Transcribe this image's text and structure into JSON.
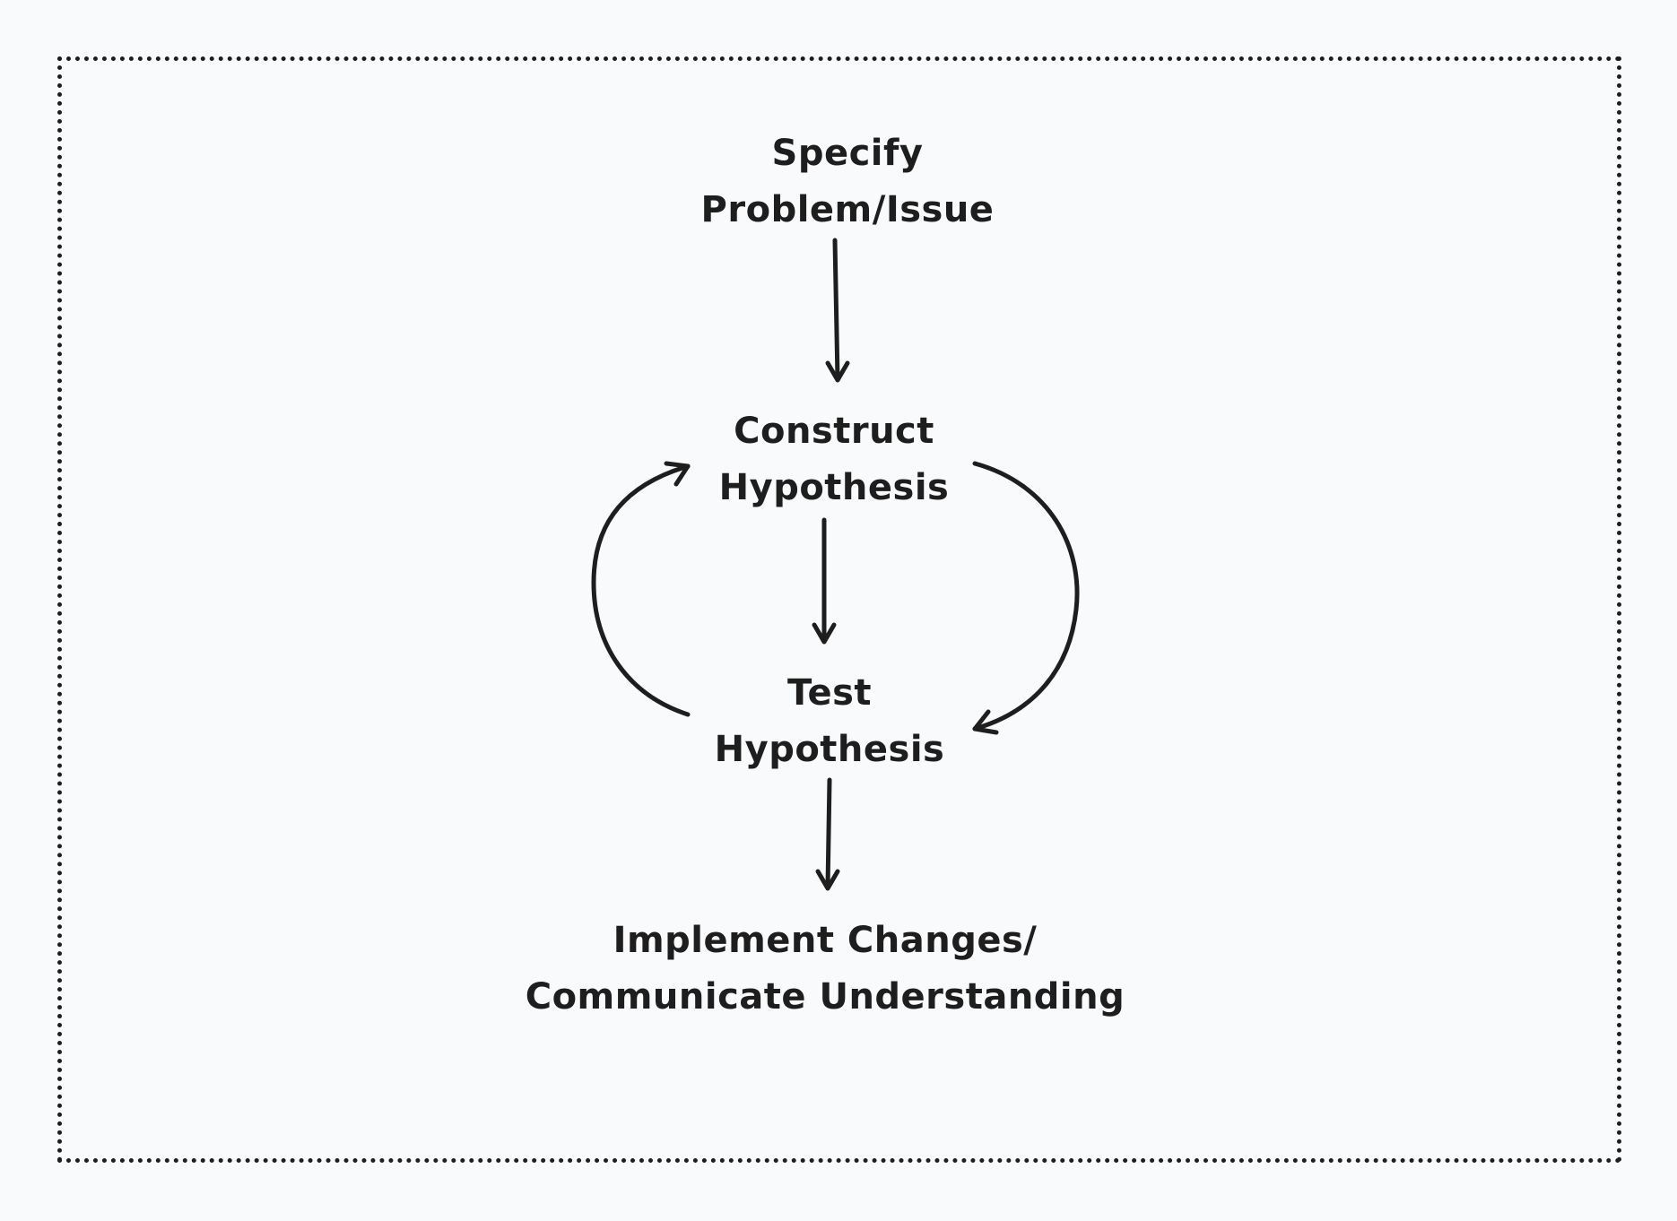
{
  "diagram": {
    "nodes": [
      {
        "id": "specify",
        "lines": [
          "Specify",
          "Problem/Issue"
        ]
      },
      {
        "id": "construct",
        "lines": [
          "Construct",
          "Hypothesis"
        ]
      },
      {
        "id": "test",
        "lines": [
          "Test",
          "Hypothesis"
        ]
      },
      {
        "id": "implement",
        "lines": [
          "Implement Changes/",
          "Communicate Understanding"
        ]
      }
    ],
    "edges": [
      {
        "from": "specify",
        "to": "construct"
      },
      {
        "from": "construct",
        "to": "test"
      },
      {
        "from": "construct",
        "to": "test",
        "style": "curved-right"
      },
      {
        "from": "test",
        "to": "construct",
        "style": "curved-left"
      },
      {
        "from": "test",
        "to": "implement"
      }
    ],
    "frame_style": "dotted",
    "stroke_color": "#1e1e1e",
    "background_color": "#f9fafb"
  }
}
